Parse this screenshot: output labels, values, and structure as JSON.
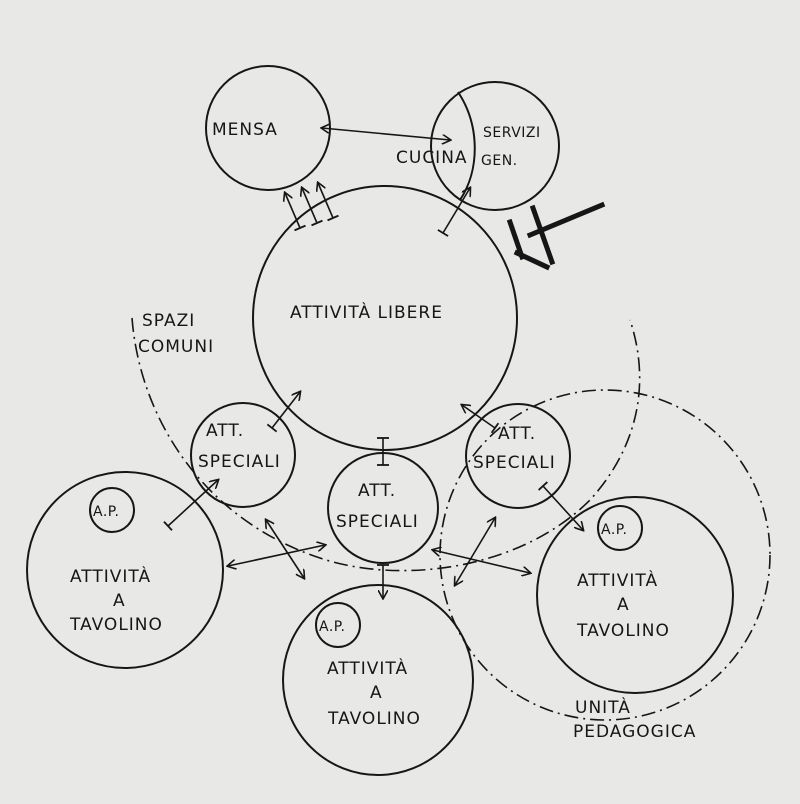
{
  "diagram": {
    "ink_color": "#161616",
    "paper_color": "#e8e8e6",
    "nodes": {
      "mensa": "MENSA",
      "cucina": "CUCINA",
      "servizi_line1": "SERVIZI",
      "servizi_line2": "GEN.",
      "attivita_libere": "ATTIVITÀ  LIBERE",
      "spazi_comuni_line1": "SPAZI",
      "spazi_comuni_line2": "COMUNI",
      "att_speciali_left": [
        "ATT.",
        "SPECIALI"
      ],
      "att_speciali_center": [
        "ATT.",
        "SPECIALI"
      ],
      "att_speciali_right": [
        "ATT.",
        "SPECIALI"
      ],
      "ap_left": "A.P.",
      "ap_center": "A.P.",
      "ap_right": "A.P.",
      "tavolino_left": [
        "ATTIVITÀ",
        "A",
        "TAVOLINO"
      ],
      "tavolino_center": [
        "ATTIVITÀ",
        "A",
        "TAVOLINO"
      ],
      "tavolino_right": [
        "ATTIVITÀ",
        "A",
        "TAVOLINO"
      ],
      "unita_line1": "UNITÀ",
      "unita_line2": "PEDAGOGICA"
    }
  }
}
